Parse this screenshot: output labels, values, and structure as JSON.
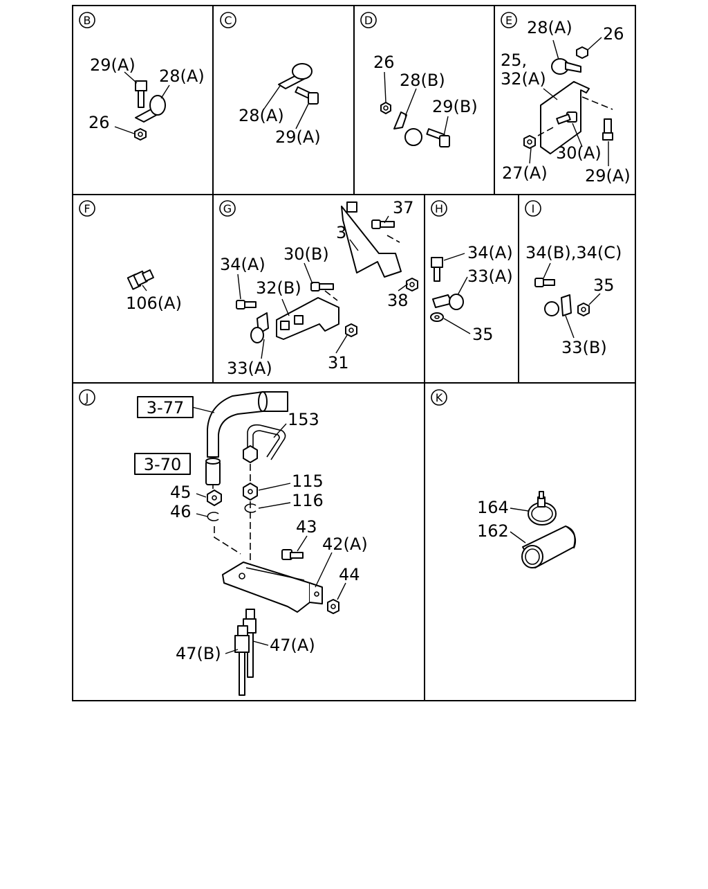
{
  "panels": {
    "B": {
      "marker": "B",
      "labels": [
        "29(A)",
        "28(A)",
        "26"
      ]
    },
    "C": {
      "marker": "C",
      "labels": [
        "28(A)",
        "29(A)"
      ]
    },
    "D": {
      "marker": "D",
      "labels": [
        "26",
        "28(B)",
        "29(B)"
      ]
    },
    "E": {
      "marker": "E",
      "labels": [
        "28(A)",
        "26",
        "25,",
        "32(A)",
        "30(A)",
        "27(A)",
        "29(A)"
      ]
    },
    "F": {
      "marker": "F",
      "labels": [
        "106(A)"
      ]
    },
    "G": {
      "marker": "G",
      "labels": [
        "37",
        "36",
        "30(B)",
        "34(A)",
        "32(B)",
        "38",
        "33(A)",
        "31"
      ]
    },
    "H": {
      "marker": "H",
      "labels": [
        "34(A)",
        "33(A)",
        "35"
      ]
    },
    "I": {
      "marker": "I",
      "labels": [
        "34(B),34(C)",
        "35",
        "33(B)"
      ]
    },
    "J": {
      "marker": "J",
      "refs": [
        "3-77",
        "3-70"
      ],
      "labels": [
        "153",
        "115",
        "116",
        "45",
        "46",
        "43",
        "42(A)",
        "44",
        "47(B)",
        "47(A)"
      ]
    },
    "K": {
      "marker": "K",
      "labels": [
        "164",
        "162"
      ]
    }
  }
}
